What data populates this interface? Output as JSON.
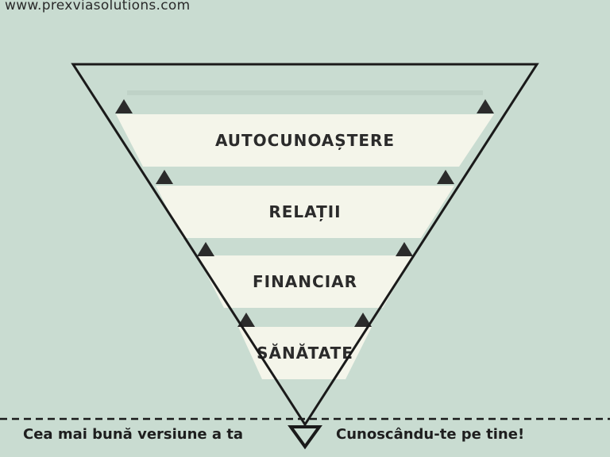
{
  "website": "www.prexviasolutions.com",
  "tiers": [
    {
      "label": "AUTOCUNOAȘTERE"
    },
    {
      "label": "RELAȚII"
    },
    {
      "label": "FINANCIAR"
    },
    {
      "label": "SĂNĂTATE"
    }
  ],
  "footer": {
    "left": "Cea mai bună versiune a ta",
    "right": "Cunoscându-te pe tine!"
  },
  "colors": {
    "background": "#c9dcd1",
    "band": "#f4f5ea",
    "outline": "#1a1a1a",
    "marker": "#2b2b2b"
  }
}
